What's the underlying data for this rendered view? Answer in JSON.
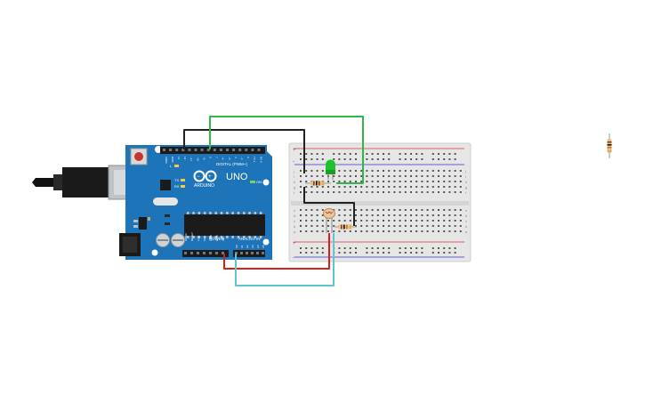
{
  "arduino": {
    "logo_text": "ARDUINO",
    "model": "UNO",
    "digital_label": "DIGITAL (PWM~)",
    "power_label": "POWER",
    "analog_label": "ANALOG IN",
    "on_label": "ON",
    "tx_label": "TX",
    "rx_label": "RX",
    "l_label": "L",
    "digital_pins": [
      "AREF",
      "GND",
      "13",
      "12",
      "~11",
      "~10",
      "~9",
      "8",
      "7",
      "~6",
      "~5",
      "4",
      "~3",
      "2",
      "TX 1",
      "RX 0"
    ],
    "power_pins": [
      "IOREF",
      "RESET",
      "3.3V",
      "5V",
      "GND",
      "GND",
      "Vin"
    ],
    "analog_pins": [
      "A0",
      "A1",
      "A2",
      "A3",
      "A4",
      "A5"
    ]
  },
  "breadboard": {
    "row_letters_top": [
      "j",
      "i",
      "h",
      "g",
      "f"
    ],
    "row_letters_bottom": [
      "e",
      "d",
      "c",
      "b",
      "a"
    ],
    "rail_plus": "+",
    "rail_minus": "-"
  },
  "components": {
    "led_color": "#22c22e",
    "wire_black": "#222222",
    "wire_green": "#2fb84a",
    "wire_red": "#d8201a",
    "wire_cyan": "#5cc6d6",
    "board_color": "#1e74b8"
  }
}
